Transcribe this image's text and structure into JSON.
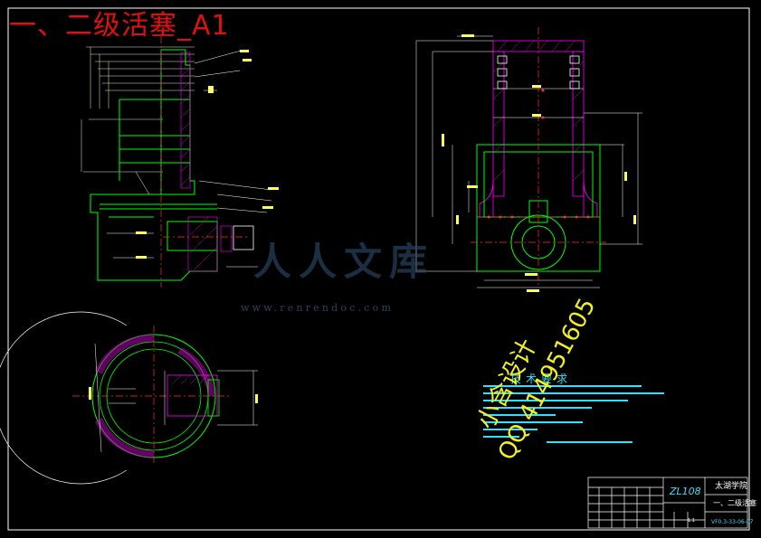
{
  "sheet": {
    "title": "一、二级活塞_A1"
  },
  "watermark": {
    "url": "www.renrendoc.com",
    "logo": "人人文库"
  },
  "promo": {
    "line1": "小含设计",
    "line2": "QQ 414951605"
  },
  "notes": {
    "title": "技术要求"
  },
  "title_block": {
    "drawing_code": "ZL108",
    "school": "太湖学院",
    "part_name": "一、二级活塞",
    "drawing_number": "VF0.3-33-06-07",
    "scale": "1:1"
  },
  "colors": {
    "background": "#000000",
    "outline": "#00ff00",
    "white_lines": "#ffffff",
    "hatch": "#ff00ff",
    "centerline": "#ff3030",
    "dimension": "#30e0ff",
    "title_red": "#e01010",
    "promo_yellow": "#f0f020"
  }
}
